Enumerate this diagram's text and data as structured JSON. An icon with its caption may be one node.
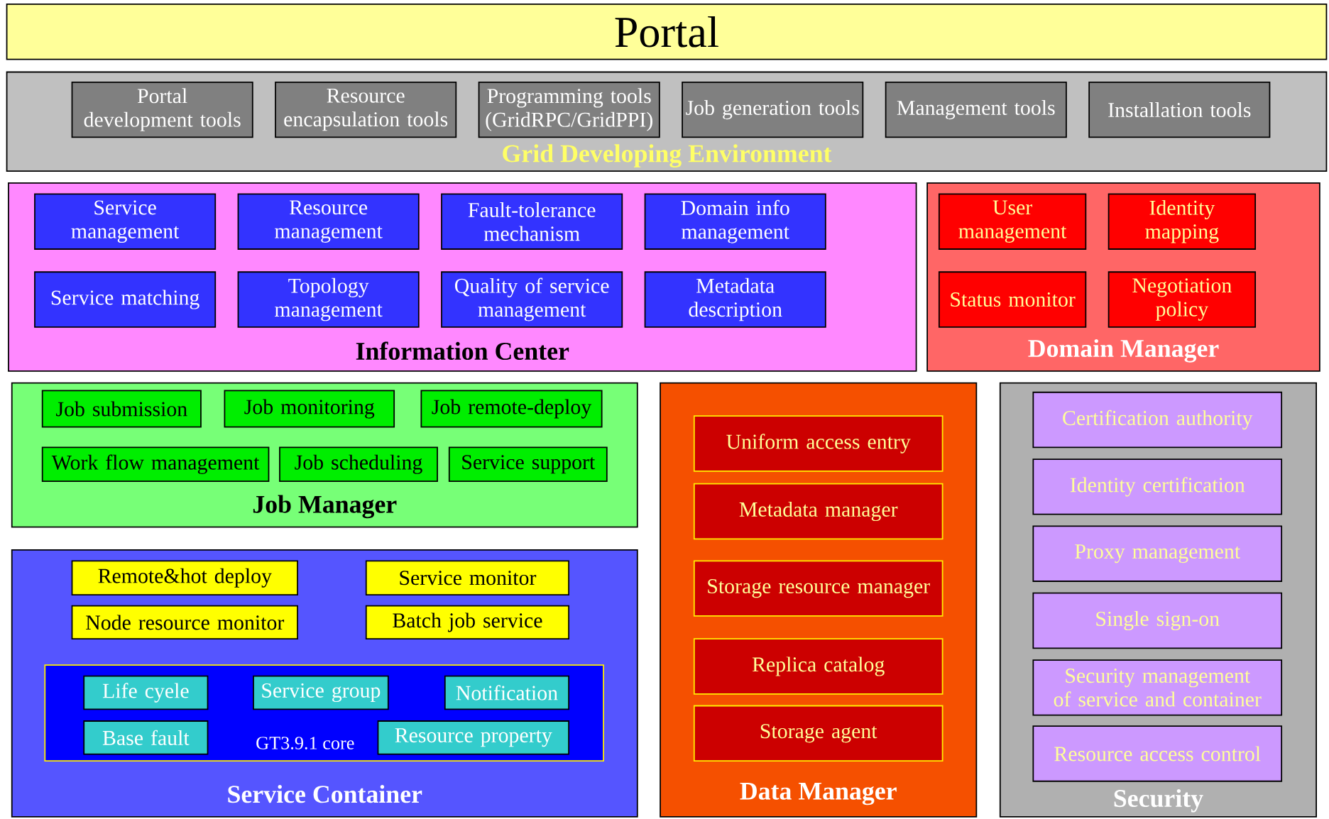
{
  "diagram": {
    "nodes": [
      {
        "text": [
          "Portal"
        ]
      },
      {
        "text": [
          "Grid Developing Environment"
        ]
      },
      {
        "text": [
          "Portal development tools"
        ],
        "in": 1
      },
      {
        "text": [
          "Resource encapsulation tools"
        ],
        "in": 1
      },
      {
        "text": [
          "Programming tools (GridRPC/GridPPI)"
        ],
        "in": 1
      },
      {
        "text": [
          "Job generation tools"
        ],
        "in": 1
      },
      {
        "text": [
          "Management tools"
        ],
        "in": 1
      },
      {
        "text": [
          "Installation tools"
        ],
        "in": 1
      },
      {
        "text": [
          "Information Center"
        ]
      },
      {
        "text": [
          "Service management"
        ],
        "in": 8
      },
      {
        "text": [
          "Resource management"
        ],
        "in": 8
      },
      {
        "text": [
          "Fault-tolerance mechanism"
        ],
        "in": 8
      },
      {
        "text": [
          "Domain info management"
        ],
        "in": 8
      },
      {
        "text": [
          "Service matching"
        ],
        "in": 8
      },
      {
        "text": [
          "Topology management"
        ],
        "in": 8
      },
      {
        "text": [
          "Quality of service management"
        ],
        "in": 8
      },
      {
        "text": [
          "Metadata description"
        ],
        "in": 8
      },
      {
        "text": [
          "Domain Manager"
        ]
      },
      {
        "text": [
          "User management"
        ],
        "in": 17
      },
      {
        "text": [
          "Identity mapping"
        ],
        "in": 17
      },
      {
        "text": [
          "Status monitor"
        ],
        "in": 17
      },
      {
        "text": [
          "Negotiation policy"
        ],
        "in": 17
      },
      {
        "text": [
          "Job Manager"
        ]
      },
      {
        "text": [
          "Job submission"
        ],
        "in": 22
      },
      {
        "text": [
          "Job monitoring"
        ],
        "in": 22
      },
      {
        "text": [
          "Job remote-deploy"
        ],
        "in": 22
      },
      {
        "text": [
          "Work flow management"
        ],
        "in": 22
      },
      {
        "text": [
          "Job scheduling"
        ],
        "in": 22
      },
      {
        "text": [
          "Service support"
        ],
        "in": 22
      },
      {
        "text": [
          "Service Container"
        ]
      },
      {
        "text": [
          "Remote&hot deploy"
        ],
        "in": 29
      },
      {
        "text": [
          "Service monitor"
        ],
        "in": 29
      },
      {
        "text": [
          "Node resource monitor"
        ],
        "in": 29
      },
      {
        "text": [
          "Batch job service"
        ],
        "in": 29
      },
      {
        "text": [
          "GT3.9.1 core"
        ],
        "in": 29
      },
      {
        "text": [
          "Life cyele"
        ],
        "in": 34
      },
      {
        "text": [
          "Service group"
        ],
        "in": 34
      },
      {
        "text": [
          "Notification"
        ],
        "in": 34
      },
      {
        "text": [
          "Base fault"
        ],
        "in": 34
      },
      {
        "text": [
          "Resource property"
        ],
        "in": 34
      },
      {
        "text": [
          "Data Manager"
        ]
      },
      {
        "text": [
          "Uniform access entry"
        ],
        "in": 40
      },
      {
        "text": [
          "Metadata manager"
        ],
        "in": 40
      },
      {
        "text": [
          "Storage resource manager"
        ],
        "in": 40
      },
      {
        "text": [
          "Replica catalog"
        ],
        "in": 40
      },
      {
        "text": [
          "Storage agent"
        ],
        "in": 40
      },
      {
        "text": [
          "Security"
        ]
      },
      {
        "text": [
          "Certification authority"
        ],
        "in": 46
      },
      {
        "text": [
          "Identity certification"
        ],
        "in": 46
      },
      {
        "text": [
          "Proxy management"
        ],
        "in": 46
      },
      {
        "text": [
          "Single sign-on"
        ],
        "in": 46
      },
      {
        "text": [
          "Security management of service and container"
        ],
        "in": 46
      },
      {
        "text": [
          "Resource access control"
        ],
        "in": 46
      }
    ]
  }
}
